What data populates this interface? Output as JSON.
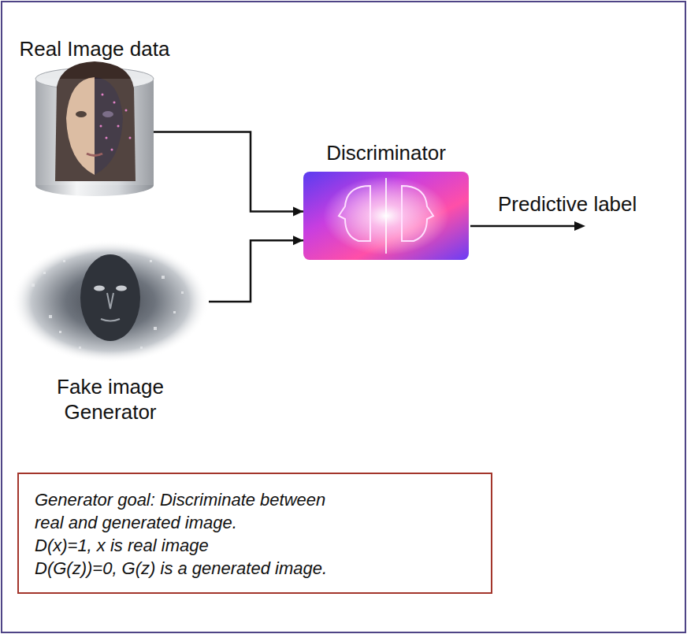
{
  "diagram": {
    "nodes": [
      {
        "text": [
          "Real Image data"
        ]
      },
      {
        "text": [
          "Discriminator"
        ]
      },
      {
        "text": [
          "Fake image Generator"
        ]
      },
      {
        "text": [
          "Generator goal: Discriminate between real and generated image.",
          "D(x)=1, x is real image",
          "D(G(z))=0, G(z) is a generated image."
        ]
      }
    ],
    "edges": [
      {
        "from": 0,
        "to": 1,
        "arrow": "to"
      },
      {
        "from": 2,
        "to": 1,
        "arrow": "to"
      }
    ],
    "labels": [
      "Predictive label"
    ]
  }
}
